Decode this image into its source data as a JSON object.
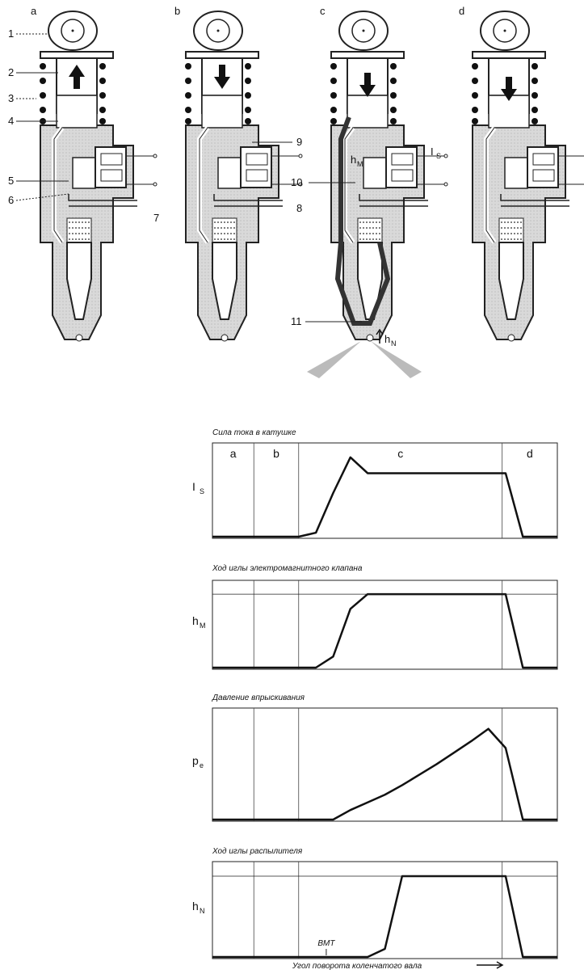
{
  "diagram": {
    "column_letters": [
      "a",
      "b",
      "c",
      "d"
    ],
    "callouts": [
      "1",
      "2",
      "3",
      "4",
      "5",
      "6",
      "7",
      "8",
      "9",
      "10",
      "11"
    ],
    "symbols": {
      "coil_current": "I",
      "coil_current_sub": "S",
      "valve_lift": "h",
      "valve_lift_sub": "M",
      "needle_lift": "h",
      "needle_lift_sub": "N"
    }
  },
  "graphs": {
    "phase_labels": [
      "a",
      "b",
      "c",
      "d"
    ],
    "panels": [
      {
        "title": "Сила тока в катушке",
        "y_label": "I",
        "y_sub": "S"
      },
      {
        "title": "Ход иглы электромагнитного клапана",
        "y_label": "h",
        "y_sub": "M"
      },
      {
        "title": "Давление впрыскивания",
        "y_label": "p",
        "y_sub": "e"
      },
      {
        "title": "Ход иглы распылителя",
        "y_label": "h",
        "y_sub": "N"
      }
    ],
    "bmt_label": "ВМТ",
    "x_axis_label": "Угол поворота коленчатого вала"
  },
  "chart_data": {
    "type": "line",
    "x": [
      0,
      5,
      10,
      15,
      20,
      25,
      30,
      35,
      40,
      45,
      50,
      55,
      60,
      65,
      70,
      75,
      80,
      85,
      90,
      95,
      100
    ],
    "phases": [
      {
        "name": "a",
        "from": 0,
        "to": 12
      },
      {
        "name": "b",
        "from": 12,
        "to": 25
      },
      {
        "name": "c",
        "from": 25,
        "to": 84
      },
      {
        "name": "d",
        "from": 84,
        "to": 100
      }
    ],
    "series": [
      {
        "name": "Сила тока в катушке",
        "values": [
          0,
          0,
          0,
          0,
          0,
          0,
          0.05,
          0.55,
          1.0,
          0.8,
          0.8,
          0.8,
          0.8,
          0.8,
          0.8,
          0.8,
          0.8,
          0.8,
          0,
          0,
          0
        ]
      },
      {
        "name": "Ход иглы электромагнитного клапана",
        "values": [
          0,
          0,
          0,
          0,
          0,
          0,
          0,
          0.15,
          0.8,
          1.0,
          1.0,
          1.0,
          1.0,
          1.0,
          1.0,
          1.0,
          1.0,
          1.0,
          0,
          0,
          0
        ]
      },
      {
        "name": "Давление впрыскивания",
        "values": [
          0,
          0,
          0,
          0,
          0,
          0,
          0,
          0,
          0.1,
          0.18,
          0.26,
          0.36,
          0.47,
          0.58,
          0.7,
          0.82,
          0.95,
          0.75,
          0,
          0,
          0
        ]
      },
      {
        "name": "Ход иглы распылителя",
        "values": [
          0,
          0,
          0,
          0,
          0,
          0,
          0,
          0,
          0,
          0,
          0.1,
          1.0,
          1.0,
          1.0,
          1.0,
          1.0,
          1.0,
          1.0,
          0,
          0,
          0
        ]
      }
    ],
    "ylim": [
      0,
      1.1
    ]
  }
}
